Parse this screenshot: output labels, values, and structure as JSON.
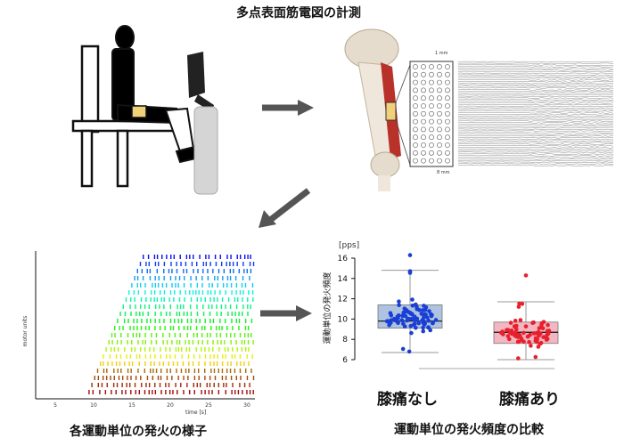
{
  "title": "多点表面筋電図の計測",
  "panel_raster": {
    "caption": "各運動単位の発火の様子",
    "xlabel": "time [s]",
    "ylabel": "motor units",
    "xticks": [
      "5",
      "10",
      "15",
      "20",
      "25",
      "30"
    ]
  },
  "panel_compare": {
    "caption": "運動単位の発火頻度の比較",
    "unit": "[pps]",
    "ylabel": "運動単位の発火頻度",
    "yticks": [
      "16",
      "14",
      "12",
      "10",
      "8",
      "6"
    ],
    "groups": [
      "膝痛なし",
      "膝痛あり"
    ]
  },
  "electrode": {
    "top_label": "1 mm",
    "bottom_label": "8 mm"
  },
  "colors": {
    "box_blue": "#aec3df",
    "dot_blue": "#1a3fd6",
    "box_pink": "#f4b7c2",
    "dot_red": "#e8202c",
    "arrow": "#555555",
    "monitor": "#222222",
    "cylinder": "#d5d5d5",
    "muscle": "#b8322a",
    "electrode_pad": "#f1d07a"
  },
  "chart_data": {
    "type": "box",
    "title": "運動単位の発火頻度の比較",
    "ylabel": "運動単位の発火頻度",
    "unit": "[pps]",
    "ylim": [
      6,
      16
    ],
    "categories": [
      "膝痛なし",
      "膝痛あり"
    ],
    "boxes": [
      {
        "category": "膝痛なし",
        "whisker_low": 6.7,
        "q1": 9.1,
        "median": 9.8,
        "q3": 11.4,
        "whisker_high": 14.8
      },
      {
        "category": "膝痛あり",
        "whisker_low": 6.0,
        "q1": 7.6,
        "median": 8.7,
        "q3": 9.7,
        "whisker_high": 11.7
      }
    ]
  }
}
